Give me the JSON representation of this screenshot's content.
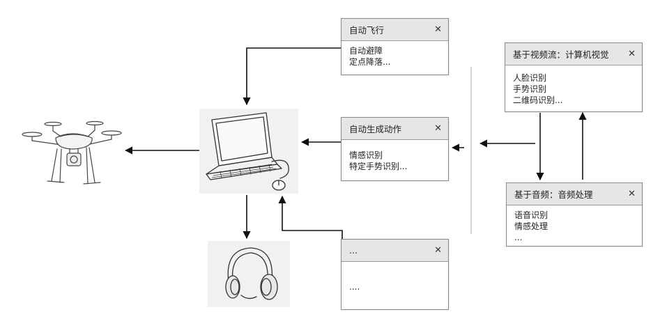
{
  "panels": {
    "auto_flight": {
      "title": "自动飞行",
      "close": "✕",
      "lines": [
        "自动避障",
        "定点降落..."
      ]
    },
    "auto_action": {
      "title": "自动生成动作",
      "close": "✕",
      "lines": [
        "情感识别",
        "特定手势识别..."
      ]
    },
    "vision": {
      "title": "基于视频流：计算机视觉",
      "close": "✕",
      "lines": [
        "人脸识别",
        "手势识别",
        "二维码识别..."
      ]
    },
    "audio": {
      "title": "基于音频：音频处理",
      "close": "✕",
      "lines": [
        "语音识别",
        "情感处理",
        "..."
      ]
    },
    "other": {
      "title": "...",
      "close": "✕",
      "lines": [
        "...."
      ]
    }
  },
  "icons": {
    "drone": "drone-icon",
    "laptop": "laptop-icon",
    "headphones": "headphones-icon"
  }
}
